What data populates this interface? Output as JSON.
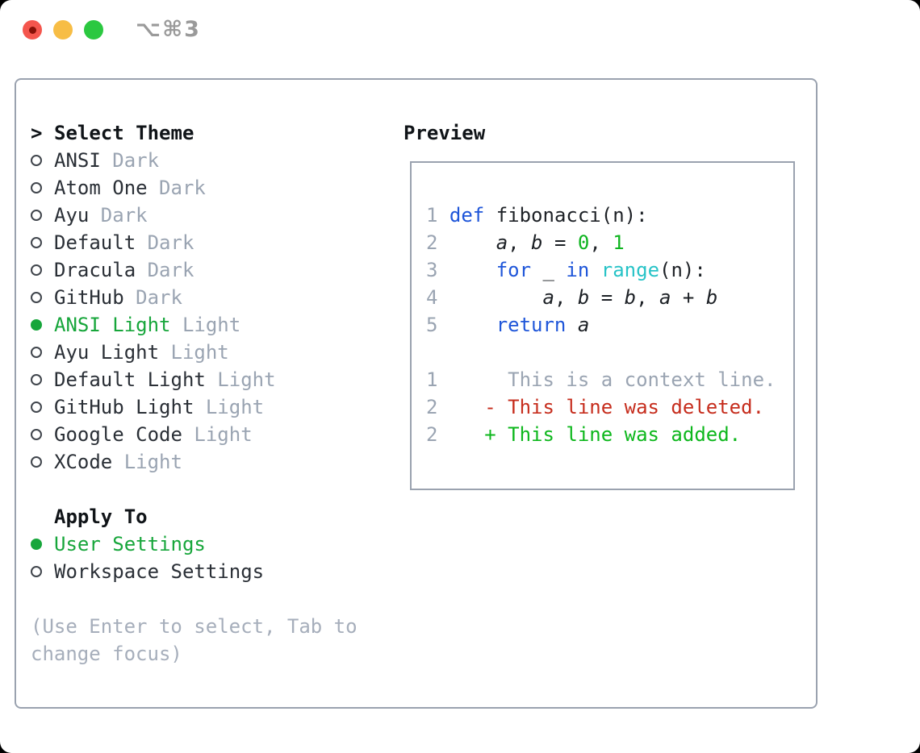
{
  "window": {
    "shortcut": "⌥⌘3"
  },
  "colors": {
    "accent_green": "#17a63b",
    "border_gray": "#9aa2af",
    "text_dark": "#2a2f36",
    "heading": "#101418",
    "muted": "#9aa4b2",
    "hint": "#a6aebb",
    "code_text": "#1d2126",
    "keyword_blue": "#1f56d9",
    "builtin_cyan": "#27c3c7",
    "number_green": "#0eb41f",
    "added_green": "#0db71c",
    "deleted_red": "#c62d1d",
    "traffic_red": "#f4564d",
    "traffic_red_dot": "#871107",
    "traffic_yellow": "#f7bd45",
    "traffic_green": "#2bc840",
    "shortcut_gray": "#9a9a9a"
  },
  "theme_panel": {
    "title_marker": ">",
    "title": "Select Theme",
    "items": [
      {
        "name": "ANSI",
        "tag": "Dark",
        "selected": false
      },
      {
        "name": "Atom One",
        "tag": "Dark",
        "selected": false
      },
      {
        "name": "Ayu",
        "tag": "Dark",
        "selected": false
      },
      {
        "name": "Default",
        "tag": "Dark",
        "selected": false
      },
      {
        "name": "Dracula",
        "tag": "Dark",
        "selected": false
      },
      {
        "name": "GitHub",
        "tag": "Dark",
        "selected": false
      },
      {
        "name": "ANSI Light",
        "tag": "Light",
        "selected": true
      },
      {
        "name": "Ayu Light",
        "tag": "Light",
        "selected": false
      },
      {
        "name": "Default Light",
        "tag": "Light",
        "selected": false
      },
      {
        "name": "GitHub Light",
        "tag": "Light",
        "selected": false
      },
      {
        "name": "Google Code",
        "tag": "Light",
        "selected": false
      },
      {
        "name": "XCode",
        "tag": "Light",
        "selected": false
      }
    ],
    "apply_to": {
      "title": "Apply To",
      "options": [
        {
          "name": "User Settings",
          "selected": true
        },
        {
          "name": "Workspace Settings",
          "selected": false
        }
      ]
    },
    "hint_lines": [
      "(Use Enter to select, Tab to",
      "change focus)"
    ]
  },
  "preview": {
    "title": "Preview",
    "code_lines": [
      {
        "num": "1",
        "segments": [
          {
            "t": " ",
            "c": "code"
          },
          {
            "t": "def",
            "c": "keyword"
          },
          {
            "t": " fibonacci(n):",
            "c": "code"
          }
        ]
      },
      {
        "num": "2",
        "segments": [
          {
            "t": "     ",
            "c": "code"
          },
          {
            "t": "a",
            "c": "code",
            "i": true
          },
          {
            "t": ", ",
            "c": "code"
          },
          {
            "t": "b",
            "c": "code",
            "i": true
          },
          {
            "t": " = ",
            "c": "code"
          },
          {
            "t": "0",
            "c": "number"
          },
          {
            "t": ", ",
            "c": "code"
          },
          {
            "t": "1",
            "c": "number"
          }
        ]
      },
      {
        "num": "3",
        "segments": [
          {
            "t": "     ",
            "c": "code"
          },
          {
            "t": "for",
            "c": "keyword"
          },
          {
            "t": " _ ",
            "c": "code"
          },
          {
            "t": "in",
            "c": "keyword"
          },
          {
            "t": " ",
            "c": "code"
          },
          {
            "t": "range",
            "c": "builtin"
          },
          {
            "t": "(n):",
            "c": "code"
          }
        ]
      },
      {
        "num": "4",
        "segments": [
          {
            "t": "         ",
            "c": "code"
          },
          {
            "t": "a",
            "c": "code",
            "i": true
          },
          {
            "t": ", ",
            "c": "code"
          },
          {
            "t": "b",
            "c": "code",
            "i": true
          },
          {
            "t": " = ",
            "c": "code"
          },
          {
            "t": "b",
            "c": "code",
            "i": true
          },
          {
            "t": ", ",
            "c": "code"
          },
          {
            "t": "a",
            "c": "code",
            "i": true
          },
          {
            "t": " + ",
            "c": "code"
          },
          {
            "t": "b",
            "c": "code",
            "i": true
          }
        ]
      },
      {
        "num": "5",
        "segments": [
          {
            "t": "     ",
            "c": "code"
          },
          {
            "t": "return",
            "c": "keyword"
          },
          {
            "t": " ",
            "c": "code"
          },
          {
            "t": "a",
            "c": "code",
            "i": true
          }
        ]
      },
      {
        "num": "",
        "segments": []
      },
      {
        "num": "1",
        "segments": [
          {
            "t": "      This is a context line.",
            "c": "muted"
          }
        ]
      },
      {
        "num": "2",
        "segments": [
          {
            "t": "    - This line was deleted.",
            "c": "deleted"
          }
        ]
      },
      {
        "num": "2",
        "segments": [
          {
            "t": "    + This line was added.",
            "c": "added"
          }
        ]
      }
    ]
  }
}
